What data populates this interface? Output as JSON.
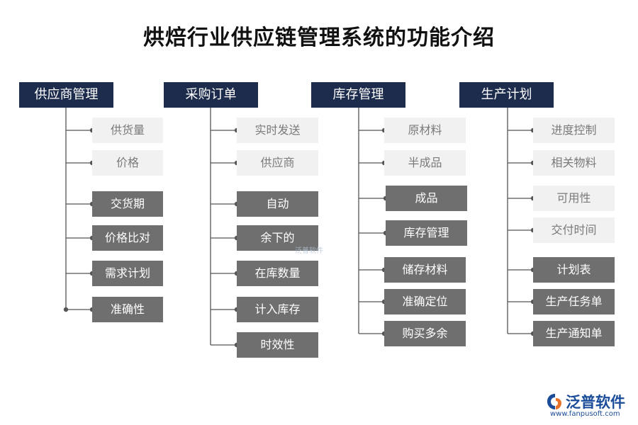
{
  "title": "烘焙行业供应链管理系统的功能介绍",
  "columns": [
    {
      "header": "供应商管理",
      "items": [
        {
          "label": "供货量",
          "style": "light"
        },
        {
          "label": "价格",
          "style": "light"
        },
        {
          "label": "交货期",
          "style": "dark"
        },
        {
          "label": "价格比对",
          "style": "dark"
        },
        {
          "label": "需求计划",
          "style": "dark"
        },
        {
          "label": "准确性",
          "style": "dark"
        }
      ]
    },
    {
      "header": "采购订单",
      "items": [
        {
          "label": "实时发送",
          "style": "light"
        },
        {
          "label": "供应商",
          "style": "light"
        },
        {
          "label": "自动",
          "style": "dark"
        },
        {
          "label": "余下的",
          "style": "dark"
        },
        {
          "label": "在库数量",
          "style": "dark"
        },
        {
          "label": "计入库存",
          "style": "dark"
        },
        {
          "label": "时效性",
          "style": "dark"
        }
      ]
    },
    {
      "header": "库存管理",
      "items": [
        {
          "label": "原材料",
          "style": "light"
        },
        {
          "label": "半成品",
          "style": "light"
        },
        {
          "label": "成品",
          "style": "dark"
        },
        {
          "label": "库存管理",
          "style": "dark"
        },
        {
          "label": "储存材料",
          "style": "dark"
        },
        {
          "label": "准确定位",
          "style": "dark"
        },
        {
          "label": "购买多余",
          "style": "dark"
        }
      ]
    },
    {
      "header": "生产计划",
      "items": [
        {
          "label": "进度控制",
          "style": "light"
        },
        {
          "label": "相关物料",
          "style": "light"
        },
        {
          "label": "可用性",
          "style": "light"
        },
        {
          "label": "交付时间",
          "style": "light"
        },
        {
          "label": "计划表",
          "style": "dark"
        },
        {
          "label": "生产任务单",
          "style": "dark"
        },
        {
          "label": "生产通知单",
          "style": "dark"
        }
      ]
    }
  ],
  "watermark": "泛普软件",
  "logo": {
    "name": "泛普软件",
    "url": "www.fanpusoft.com",
    "icon": "fanpu-logo-icon",
    "color": "#1a4c9a"
  },
  "colors": {
    "header_bg": "#1d2c4c",
    "light_item_bg": "#f1f1f1",
    "dark_item_bg": "#6f6f6f",
    "connector": "#555555"
  }
}
